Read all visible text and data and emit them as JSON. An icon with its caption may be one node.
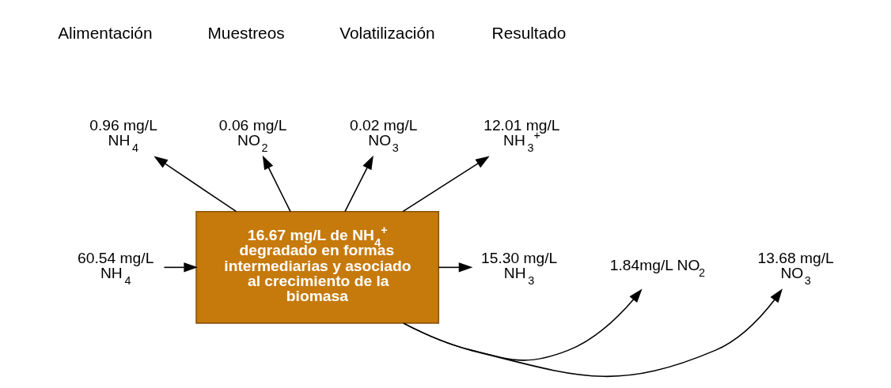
{
  "diagram": {
    "nodes": [
      {
        "text": [
          "0.96 mg/L NH$_{4}$"
        ]
      },
      {
        "text": [
          "0.06 mg/L NO$_{2}$"
        ]
      },
      {
        "text": [
          "0.02 mg/L NO$_{3}$"
        ]
      },
      {
        "text": [
          "12.01 mg/L NH$_{3}$$^{+}$"
        ]
      },
      {
        "text": [
          "60.54 mg/L NH$_{4}$"
        ]
      },
      {
        "text": [
          "16.67 mg/L de NH$_{4}$$^{+}$ degradado en formas intermediarias y asociado al crecimiento de la biomasa"
        ]
      },
      {
        "text": [
          "15.30 mg/L NH$_{3}$"
        ]
      },
      {
        "text": [
          "1.84mg/L NO$_{2}$"
        ]
      },
      {
        "text": [
          "13.68 mg/L NO$_{3}$"
        ]
      }
    ],
    "edges": [
      {
        "from": 4,
        "to": 5,
        "arrow": "to"
      },
      {
        "from": 5,
        "to": 0,
        "arrow": "to"
      },
      {
        "from": 5,
        "to": 1,
        "arrow": "to"
      },
      {
        "from": 5,
        "to": 2,
        "arrow": "to"
      },
      {
        "from": 5,
        "to": 3,
        "arrow": "to"
      },
      {
        "from": 5,
        "to": 6,
        "arrow": "to"
      },
      {
        "from": 5,
        "to": 7,
        "arrow": "to"
      },
      {
        "from": 5,
        "to": 8,
        "arrow": "to"
      }
    ],
    "labels": [
      "Alimentación",
      "Muestreos",
      "Volatilización",
      "Resultado"
    ]
  }
}
